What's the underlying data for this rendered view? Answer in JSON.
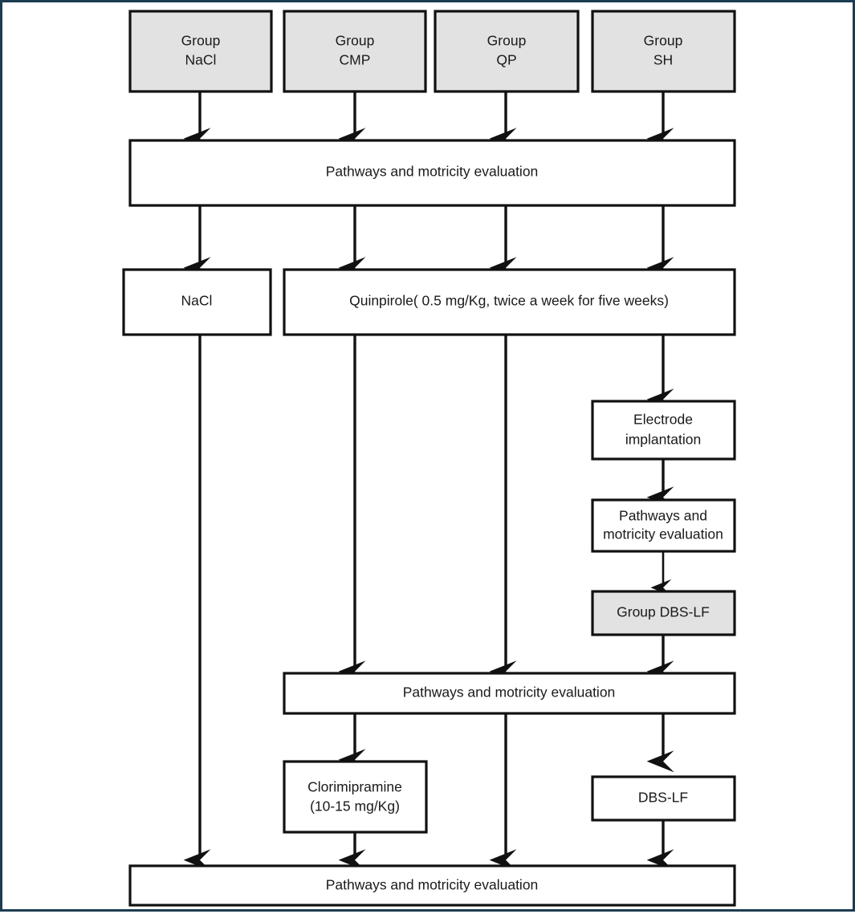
{
  "diagram": {
    "title": "Experimental design flowchart",
    "colors": {
      "shaded_node": "#e2e2e2",
      "plain_node": "#ffffff",
      "line": "#111111",
      "frame": "#1c3c52"
    },
    "nodes": {
      "group_nacl_line1": "Group",
      "group_nacl_line2": "NaCl",
      "group_cmp_line1": "Group",
      "group_cmp_line2": "CMP",
      "group_qp_line1": "Group",
      "group_qp_line2": "QP",
      "group_sh_line1": "Group",
      "group_sh_line2": "SH",
      "eval_top": "Pathways and motricity evaluation",
      "nacl": "NaCl",
      "quinpirole": "Quinpirole( 0.5 mg/Kg, twice a week for five weeks)",
      "electrode_line1": "Electrode",
      "electrode_line2": "implantation",
      "eval_right_line1": "Pathways and",
      "eval_right_line2": "motricity evaluation",
      "group_dbs_lf": "Group DBS-LF",
      "eval_middle": "Pathways and motricity evaluation",
      "clorimipramine_line1": "Clorimipramine",
      "clorimipramine_line2": "(10-15 mg/Kg)",
      "dbs_lf": "DBS-LF",
      "eval_bottom": "Pathways and motricity evaluation"
    }
  }
}
